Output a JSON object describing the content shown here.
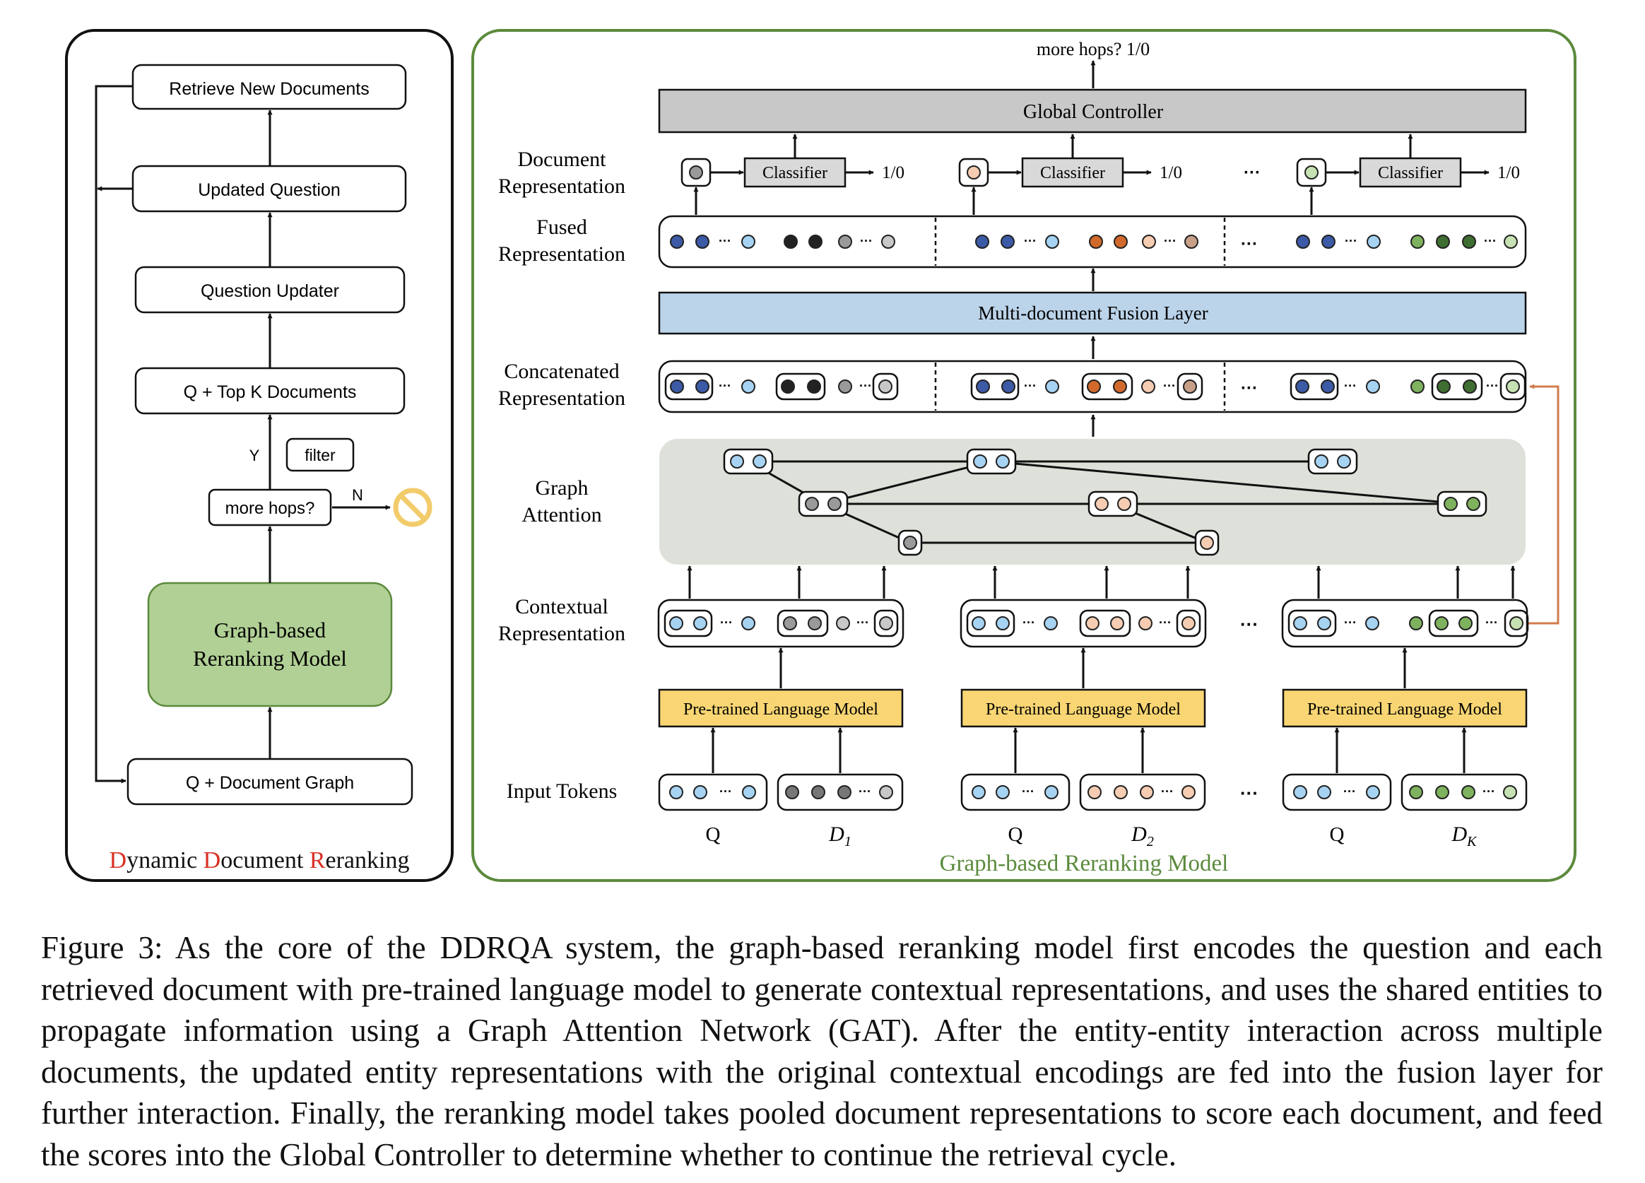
{
  "left_panel": {
    "retrieve": "Retrieve New Documents",
    "updated_question": "Updated Question",
    "question_updater": "Question Updater",
    "topk": "Q + Top K Documents",
    "filter": "filter",
    "yes": "Y",
    "no": "N",
    "more_hops": "more hops?",
    "model_line1": "Graph-based",
    "model_line2": "Reranking Model",
    "doc_graph": "Q + Document Graph",
    "title_parts": [
      {
        "text": "D",
        "color": "#d93025"
      },
      {
        "text": "ynamic ",
        "color": "#111111"
      },
      {
        "text": "D",
        "color": "#d93025"
      },
      {
        "text": "ocument ",
        "color": "#111111"
      },
      {
        "text": "R",
        "color": "#d93025"
      },
      {
        "text": "eranking",
        "color": "#111111"
      }
    ]
  },
  "right_panel": {
    "more_hops_out": "more hops? 1/0",
    "global_controller": "Global Controller",
    "classifier": "Classifier",
    "score": "1/0",
    "ellipsis": "···",
    "fusion_layer": "Multi-document Fusion Layer",
    "plm": "Pre-trained Language Model",
    "q_label": "Q",
    "doc_labels": [
      "D1",
      "D2",
      "DK"
    ],
    "title": "Graph-based Reranking Model",
    "row_labels": {
      "document_representation": [
        "Document",
        "Representation"
      ],
      "fused_representation": [
        "Fused",
        "Representation"
      ],
      "concatenated_representation": [
        "Concatenated",
        "Representation"
      ],
      "graph_attention": [
        "Graph",
        "Attention"
      ],
      "contextual_representation": [
        "Contextual",
        "Representation"
      ],
      "input_tokens": [
        "Input Tokens"
      ]
    }
  },
  "colors": {
    "green_panel_border": "#5b8a3c",
    "green_model_fill": "#b1d095",
    "global_controller_fill": "#c8c8c8",
    "fusion_fill": "#bcd4ea",
    "plm_fill": "#f9d673",
    "graph_bg": "#dde1d9",
    "q_light_blue": "#a7d3f3",
    "q_dark_blue": "#3c5aa6",
    "d1_dark": "#222222",
    "d1_gray": "#9a9a9a",
    "d2_orange": "#d2692c",
    "d2_peach": "#f6cdb2",
    "dk_green": "#7eb25f",
    "dk_dark_green": "#3f6e32",
    "link_orange": "#d07c4c"
  },
  "caption": "Figure 3: As the core of the DDRQA system, the graph-based reranking model first encodes the question and each retrieved document with pre-trained language model to generate contextual representations, and uses the shared entities to propagate information using a Graph Attention Network (GAT). After the entity-entity interaction across multiple documents, the updated entity representations with the original contextual encodings are fed into the fusion layer for further interaction. Finally, the reranking model takes pooled document representations to score each document, and feed the scores into the Global Controller to determine whether to continue the retrieval cycle."
}
